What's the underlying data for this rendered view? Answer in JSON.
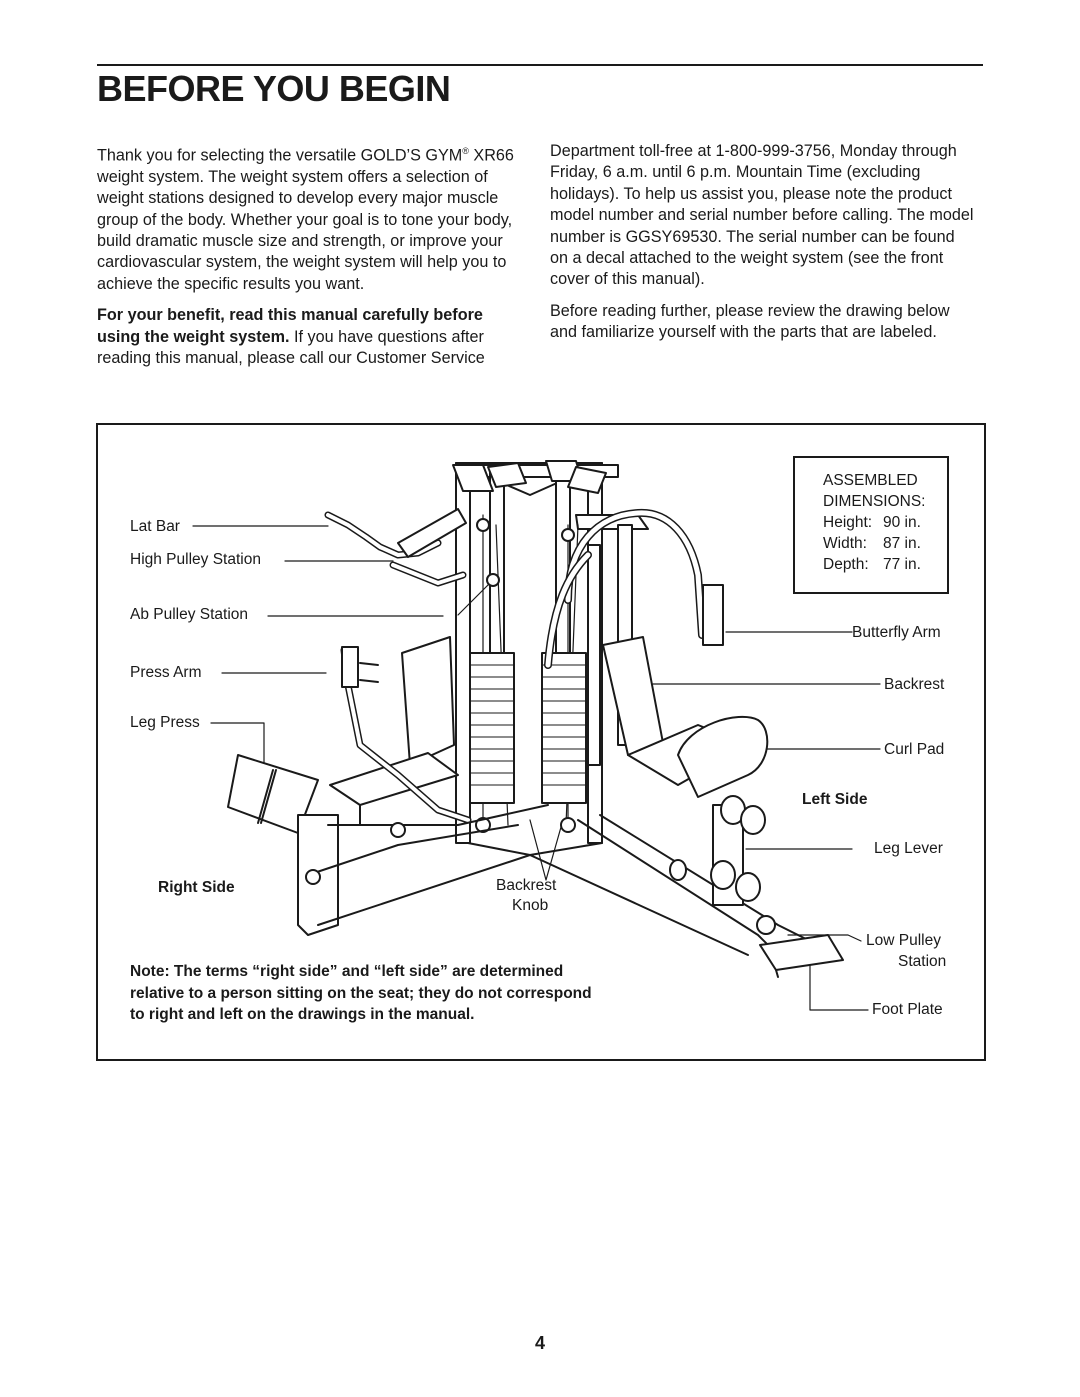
{
  "page": {
    "title": "BEFORE YOU BEGIN",
    "page_number": "4"
  },
  "intro": {
    "p1_a": "Thank you for selecting the versatile GOLD’S GYM",
    "p1_reg": "®",
    "p1_b": " XR66 weight system. The weight system offers a selection of weight stations designed to develop every major muscle group of the body. Whether your goal is to tone your body, build dramatic muscle size and strength, or improve your cardiovascular system, the weight system will help you to achieve the specific results you want.",
    "p2_bold": "For your benefit, read this manual carefully before using the weight system.",
    "p2_rest": " If you have questions after reading this manual, please call our Customer Service Department toll-free at 1-800-999-3756, Monday through Friday, 6 a.m. until 6 p.m. Mountain Time (excluding holidays). To help us assist you, please note the product model number and serial number before calling. The model number is GGSY69530. The serial number can be found on a decal attached to the weight system (see the front cover of this manual).",
    "p2_left": "For your benefit, read this manual carefully before using the weight system. If you have questions after reading this manual, please call our Customer Service",
    "p2_right": "Department toll-free at 1-800-999-3756, Monday through Friday, 6 a.m. until 6 p.m. Mountain Time (excluding holidays). To help us assist you, please note the product model number and serial number before calling. The model number is GGSY69530. The serial number can be found on a decal attached to the weight system (see the front cover of this manual).",
    "p3": "Before reading further, please review the drawing below and familiarize yourself with the parts that are labeled."
  },
  "figure": {
    "labels": {
      "lat_bar": "Lat Bar",
      "high_pulley": "High Pulley Station",
      "ab_pulley": "Ab Pulley Station",
      "press_arm": "Press Arm",
      "leg_press": "Leg Press",
      "right_side": "Right Side",
      "backrest_knob_1": "Backrest",
      "backrest_knob_2": "Knob",
      "butterfly_arm": "Butterfly Arm",
      "backrest": "Backrest",
      "curl_pad": "Curl Pad",
      "left_side": "Left Side",
      "leg_lever": "Leg Lever",
      "low_pulley_1": "Low Pulley",
      "low_pulley_2": "Station",
      "foot_plate": "Foot Plate"
    },
    "dimensions": {
      "heading_1": "ASSEMBLED",
      "heading_2": "DIMENSIONS:",
      "height_label": "Height:",
      "height_value": "90 in.",
      "width_label": "Width:",
      "width_value": "87 in.",
      "depth_label": "Depth:",
      "depth_value": "77 in."
    },
    "note_line1": "Note: The terms “right side” and “left side” are determined",
    "note_line2": "relative to a person sitting on the seat; they do not correspond",
    "note_line3": "to right and left on the drawings in the manual."
  }
}
